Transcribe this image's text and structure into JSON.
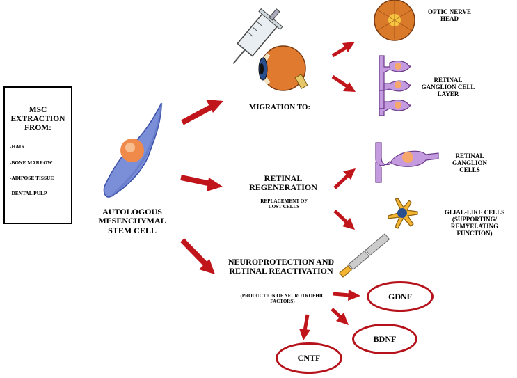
{
  "colors": {
    "arrow": "#c0151b",
    "cell_body": "#7a8fd8",
    "nucleus": "#f08a4b",
    "neuron": "#c59be0",
    "glia": "#f2b431",
    "oval_border": "#b5121b"
  },
  "extraction_box": {
    "title": "MSC EXTRACTION FROM:",
    "items": [
      "-HAIR",
      "-BONE MARROW",
      "-ADIPOSE TISSUE",
      "-DENTAL PULP"
    ]
  },
  "stem_cell": {
    "label": "AUTOLOGOUS MESENCHYMAL STEM CELL"
  },
  "pathways": {
    "migration": {
      "label": "MIGRATION TO:"
    },
    "regeneration": {
      "label": "RETINAL REGENERATION",
      "sublabel": "REPLACEMENT OF LOST CELLS"
    },
    "neuroprotection": {
      "label": "NEUROPROTECTION AND RETINAL REACTIVATION",
      "sublabel": "(PRODUCTION OF NEUROTROPHIC FACTORS)"
    }
  },
  "targets": {
    "optic_nerve_head": "OPTIC NERVE HEAD",
    "rgc_layer": "RETINAL GANGLION CELL LAYER",
    "rgc": "RETINAL GANGLION CELLS",
    "glial": "GLIAL-LIKE CELLS (SUPPORTING/ REMYELATING FUNCTION)"
  },
  "factors": {
    "gdnf": "GDNF",
    "bdnf": "BDNF",
    "cntf": "CNTF"
  }
}
